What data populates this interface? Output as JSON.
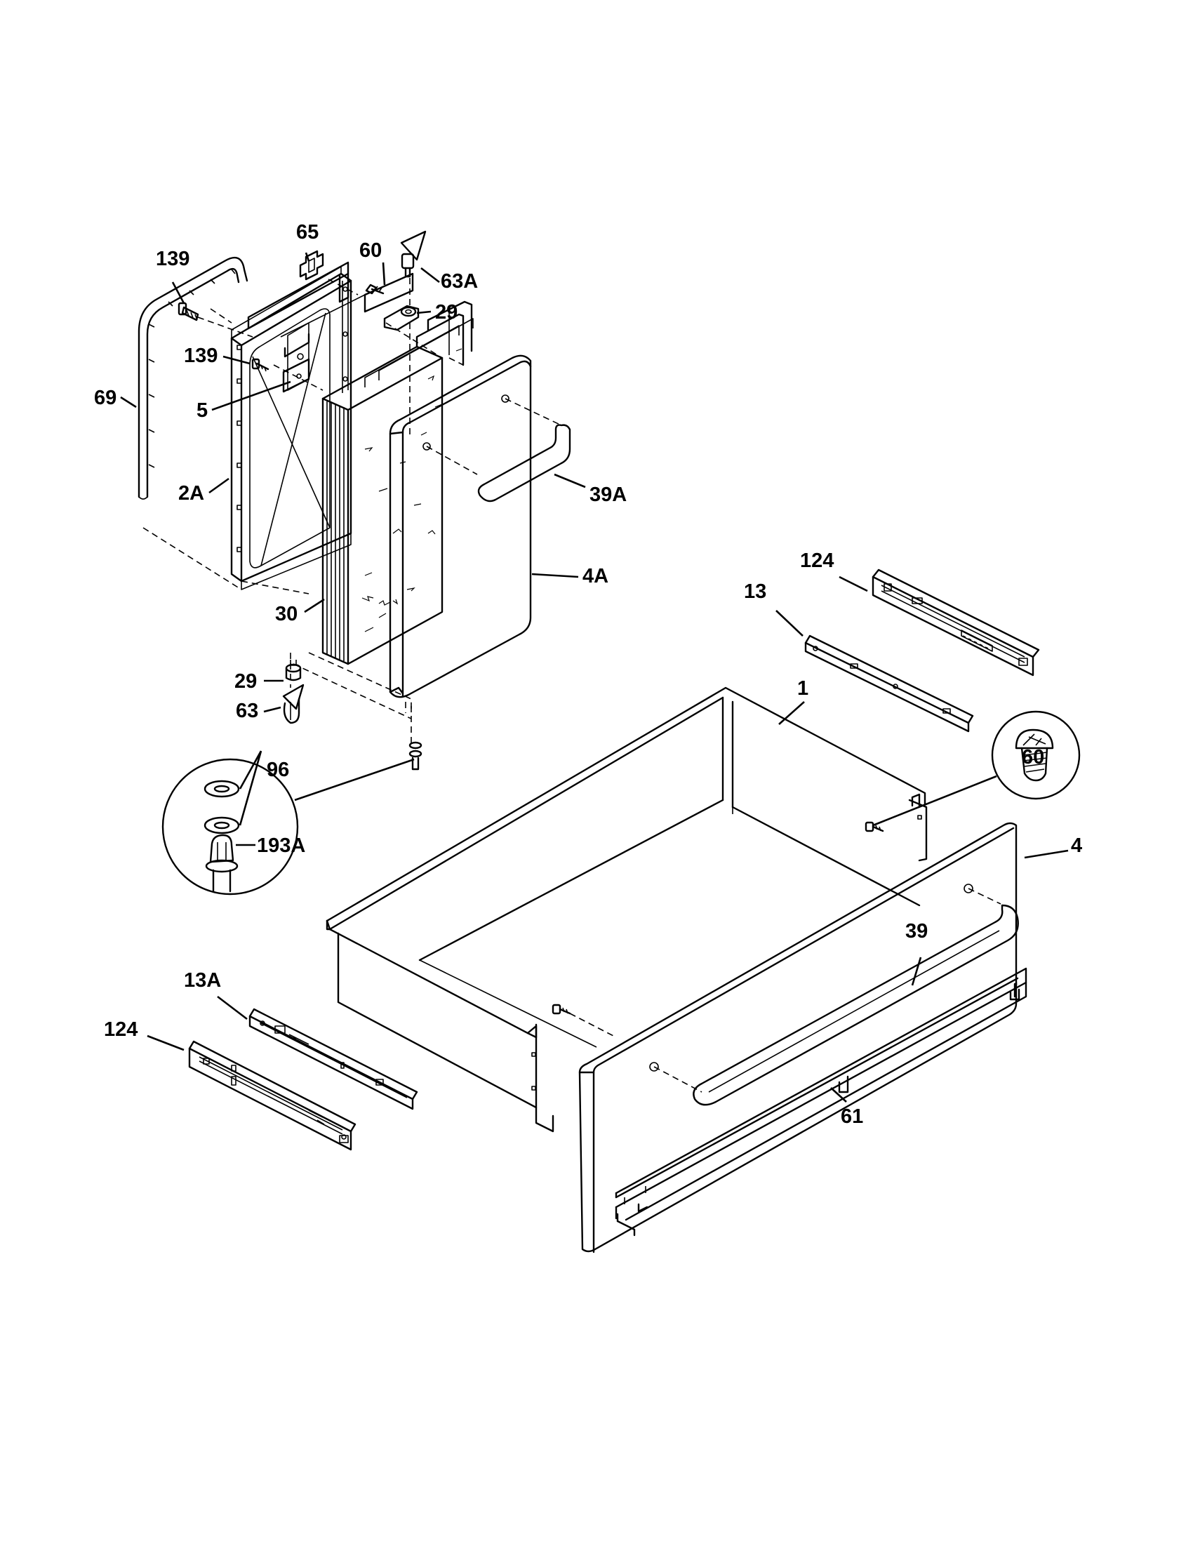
{
  "callouts": {
    "c139_top": "139",
    "c65": "65",
    "c60_top": "60",
    "c63A": "63A",
    "c29_top": "29",
    "c139_mid": "139",
    "c69": "69",
    "c5": "5",
    "c2A": "2A",
    "c39A": "39A",
    "c4A": "4A",
    "c30": "30",
    "c29_bottom": "29",
    "c63": "63",
    "c96": "96",
    "c193A": "193A",
    "c124_right": "124",
    "c13": "13",
    "c1": "1",
    "c60_detail": "60",
    "c4": "4",
    "c39": "39",
    "c13A": "13A",
    "c124_left": "124",
    "c61": "61"
  }
}
